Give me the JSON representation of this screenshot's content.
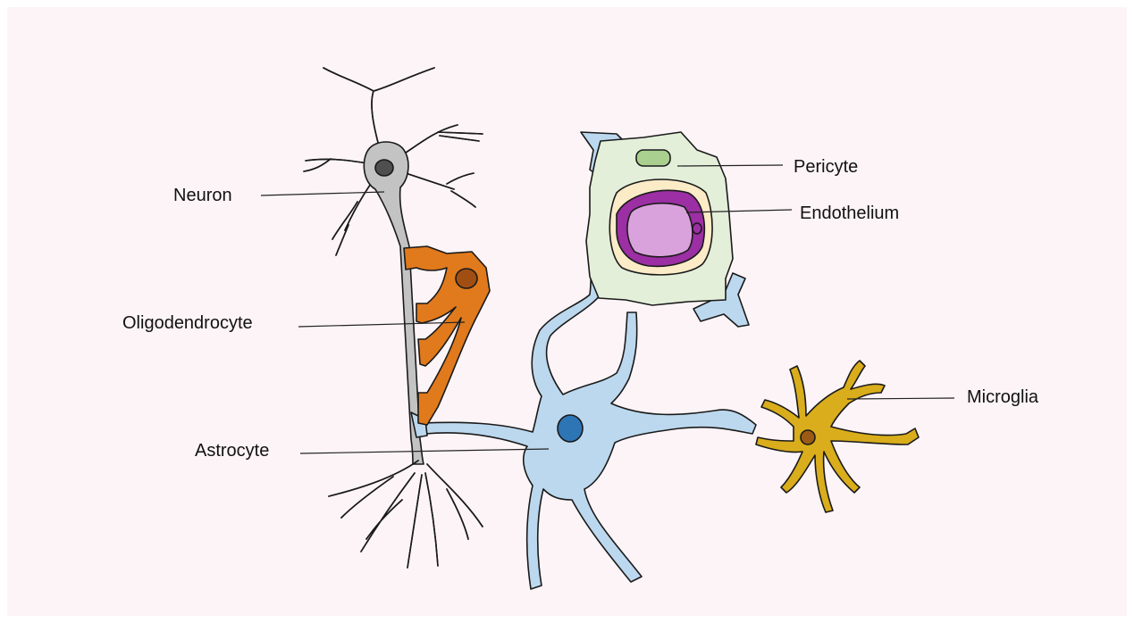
{
  "labels": {
    "neuron": "Neuron",
    "oligodendrocyte": "Oligodendrocyte",
    "astrocyte": "Astrocyte",
    "pericyte": "Pericyte",
    "endothelium": "Endothelium",
    "microglia": "Microglia"
  },
  "colors": {
    "background": "#fdf4f7",
    "neuron": "#c3c3c3",
    "neuron_nucleus": "#4f4f4f",
    "oligodendrocyte": "#e07a1c",
    "oligodendrocyte_nucleus": "#a14e12",
    "astrocyte": "#bcd8ee",
    "astrocyte_nucleus": "#2e75b6",
    "pericyte": "#e3efd9",
    "pericyte_nucleus": "#a9d08e",
    "vessel_wall": "#fcebc7",
    "endothelium": "#9b2fa3",
    "lumen": "#d9a2dc",
    "microglia": "#d9ad1c",
    "microglia_nucleus": "#9b5b14"
  }
}
